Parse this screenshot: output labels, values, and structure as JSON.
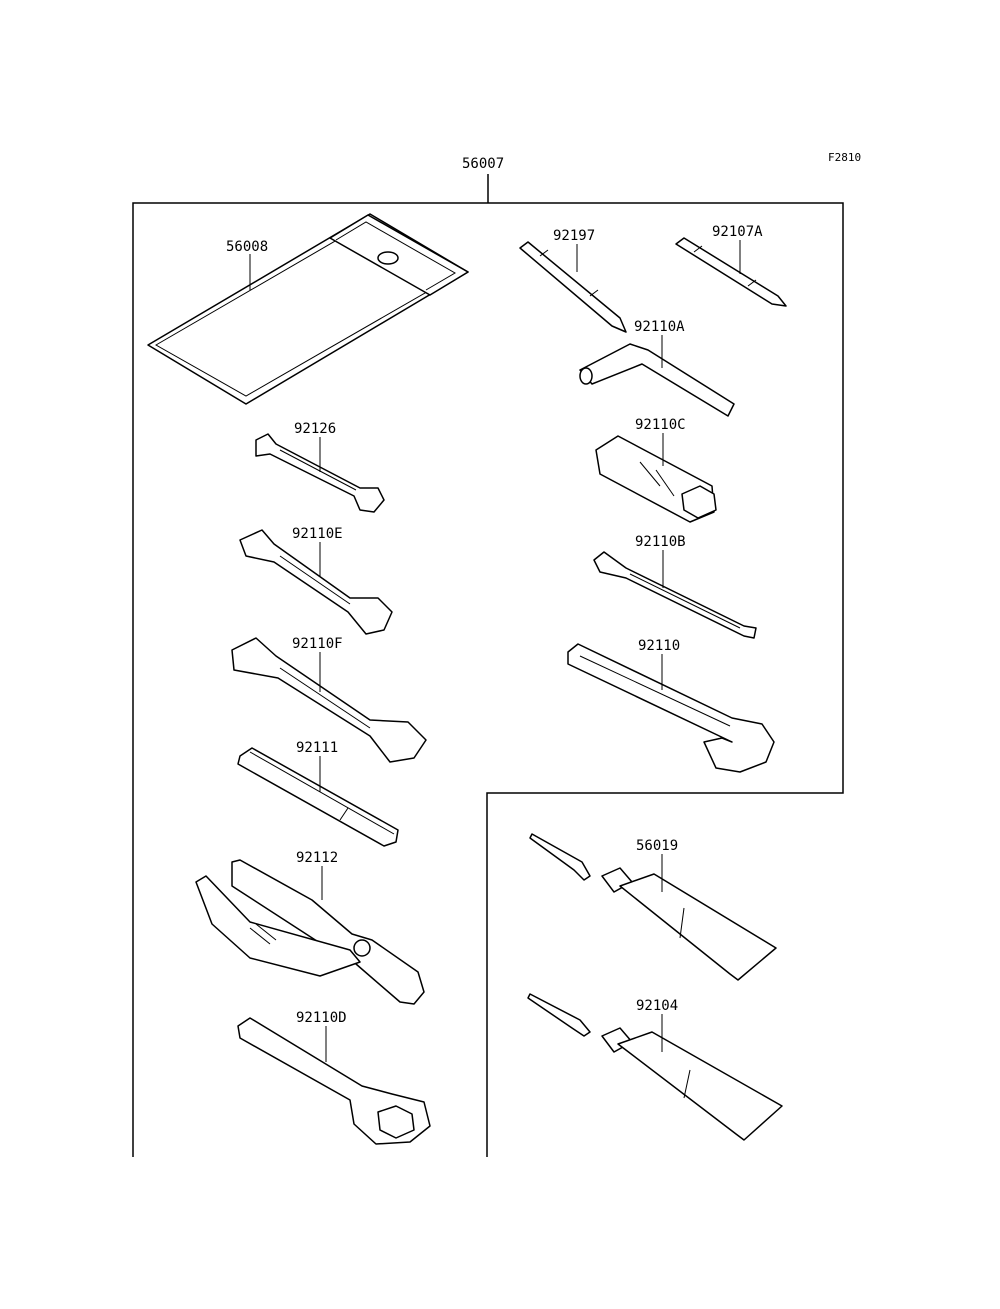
{
  "figure_code": "F2810",
  "assembly_label": "56007",
  "parts": {
    "p56008": "56008",
    "p92197": "92197",
    "p92107A": "92107A",
    "p92110A": "92110A",
    "p92126": "92126",
    "p92110C": "92110C",
    "p92110E": "92110E",
    "p92110B": "92110B",
    "p92110F": "92110F",
    "p92110": "92110",
    "p92111": "92111",
    "p56019": "56019",
    "p92112": "92112",
    "p92104": "92104",
    "p92110D": "92110D"
  }
}
